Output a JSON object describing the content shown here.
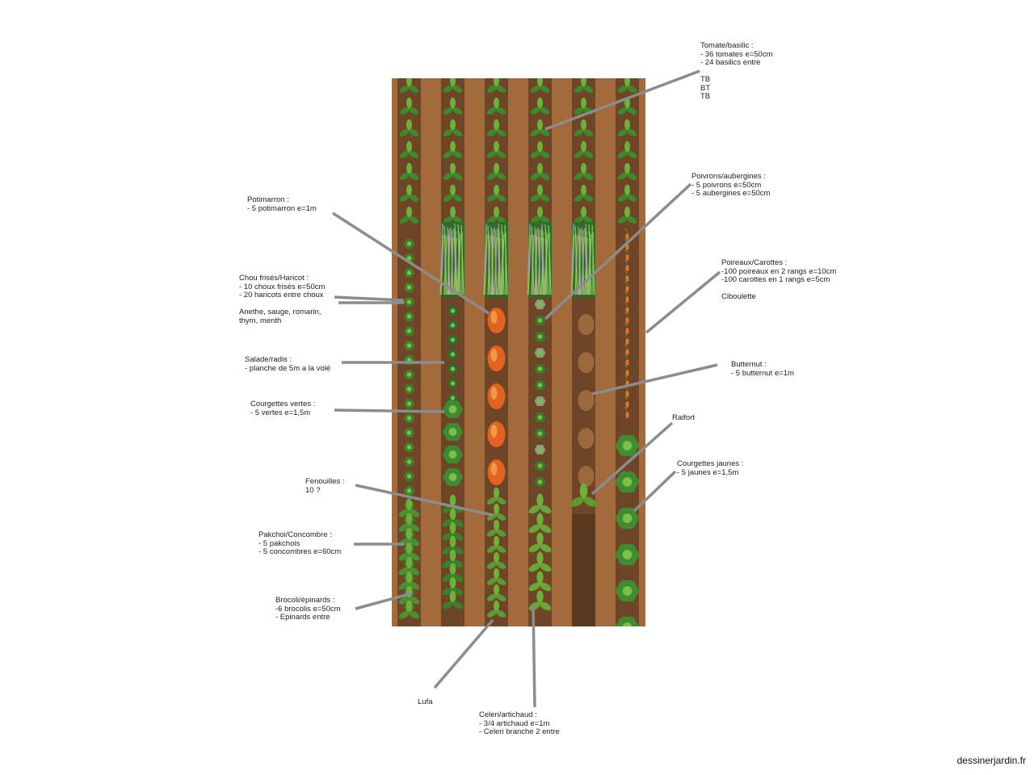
{
  "labels": {
    "tomate": [
      "Tomate/basilic :",
      "- 36 tomates e=50cm",
      "- 24 basilics entre",
      "",
      "TB",
      "BT",
      "TB"
    ],
    "poivrons": [
      "Poivrons/aubergines :",
      "- 5 poivrons e=50cm",
      "- 5 aubergines  e=50cm"
    ],
    "poireaux": [
      "Poireaux/Carottes :",
      "-100 poireaux en 2 rangs e=10cm",
      "-100 carottes en 1 rangs e=5cm",
      "",
      "Ciboulette"
    ],
    "butternut": [
      "Butternut :",
      "- 5 butternut e=1m"
    ],
    "raifort": [
      "Raifort"
    ],
    "courgettes_jaunes": [
      "Courgettes jaunes :",
      "- 5 jaunes e=1,5m"
    ],
    "potimarron": [
      "Potimarron :",
      "- 5 potimarron e=1m"
    ],
    "chou": [
      "Chou frisés/Haricot :",
      "- 10 choux frisés e=50cm",
      "- 20 haricots entre choux",
      "",
      "Anethe, sauge, romarin,",
      "thym, menth"
    ],
    "salade": [
      "Salade/radis :",
      " - planche de 5m a la volé"
    ],
    "courgettes_vertes": [
      "Courgettes vertes :",
      " - 5 vertes e=1,5m"
    ],
    "fenouilles": [
      "Fenouilles :",
      "10 ?"
    ],
    "pakchoi": [
      "Pakchoi/Concombre :",
      "- 5 pakchois",
      "- 5 concombres e=60cm"
    ],
    "brocoli": [
      "Brocoli/épinards :",
      "-6 brocolis e=50cm",
      "- Epinards entre"
    ],
    "lufa": [
      "Lufa"
    ],
    "celeri": [
      "Celeri/artichaud :",
      "- 3/4 artichaud e=1m",
      "- Celeri branche 2 entre"
    ]
  },
  "credit": "dessinerjardin.fr",
  "colors": {
    "soil": "#a36a3c",
    "bed": "#6b4324",
    "line": "#888888",
    "leaf": "#3f8a2a"
  }
}
